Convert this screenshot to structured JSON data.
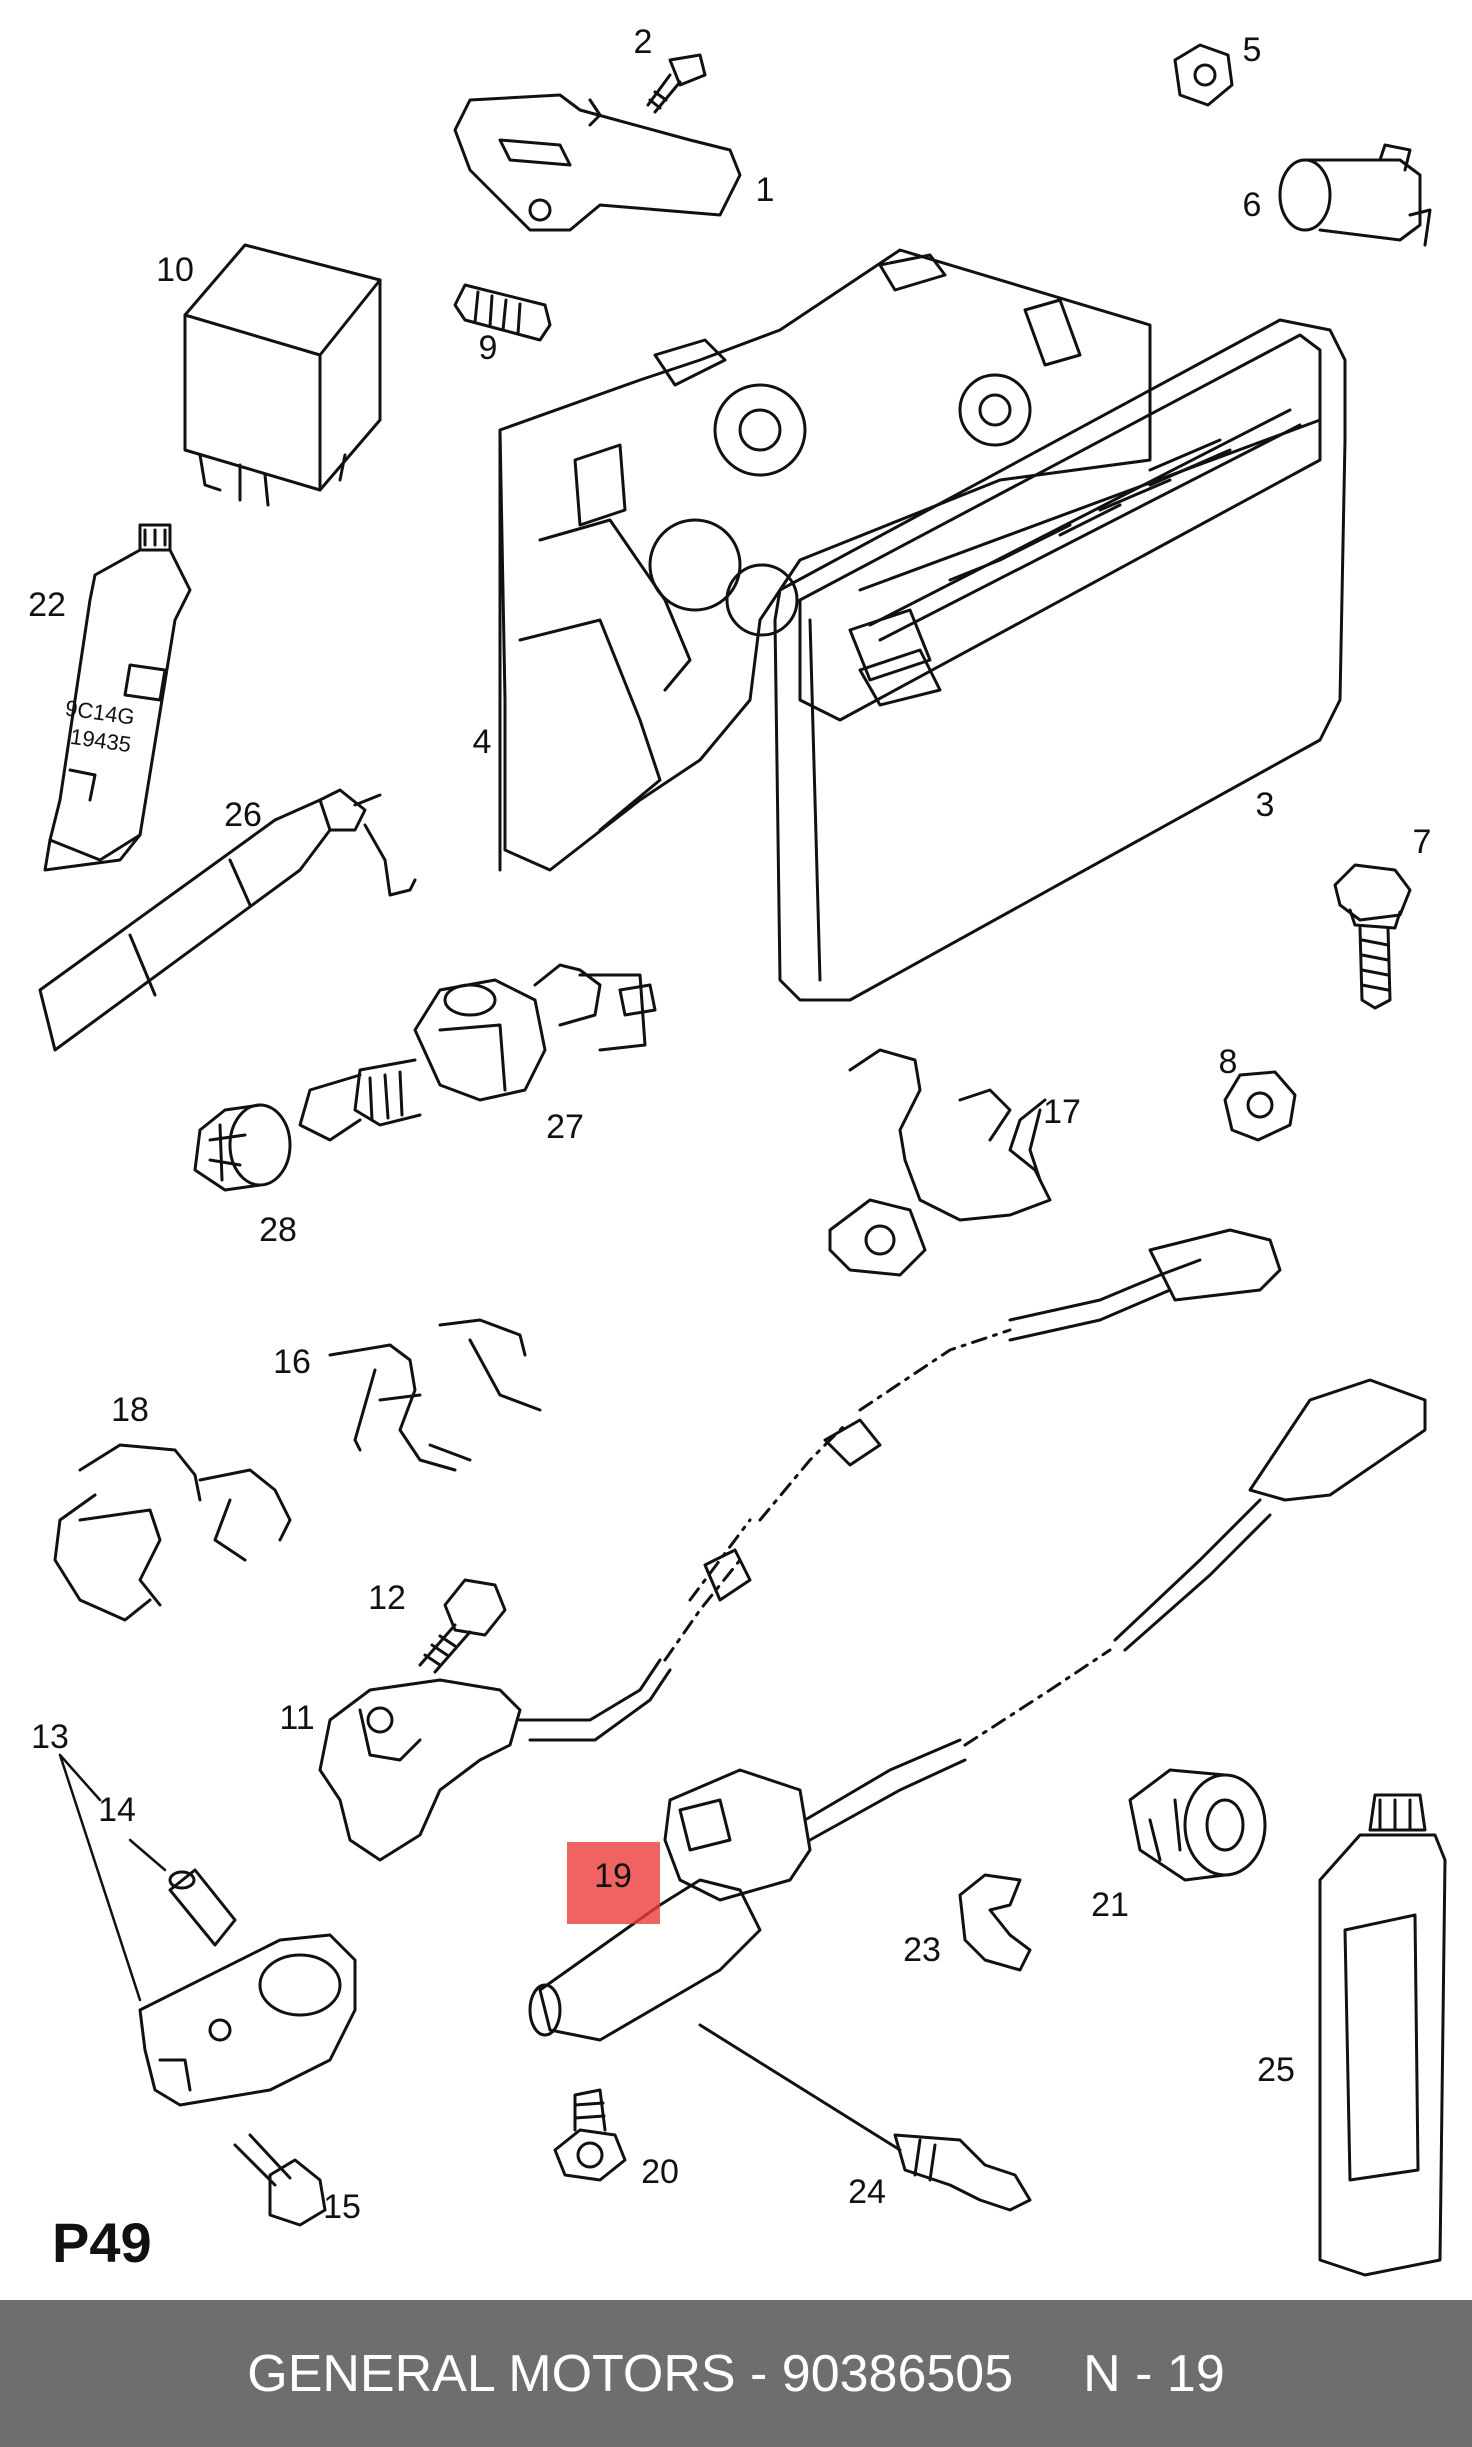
{
  "page_code": "P49",
  "callouts": [
    {
      "id": "c1",
      "label": "1"
    },
    {
      "id": "c2",
      "label": "2"
    },
    {
      "id": "c3",
      "label": "3"
    },
    {
      "id": "c4",
      "label": "4"
    },
    {
      "id": "c5",
      "label": "5"
    },
    {
      "id": "c6",
      "label": "6"
    },
    {
      "id": "c7",
      "label": "7"
    },
    {
      "id": "c8",
      "label": "8"
    },
    {
      "id": "c9",
      "label": "9"
    },
    {
      "id": "c10",
      "label": "10"
    },
    {
      "id": "c11",
      "label": "11"
    },
    {
      "id": "c12",
      "label": "12"
    },
    {
      "id": "c13",
      "label": "13"
    },
    {
      "id": "c14",
      "label": "14"
    },
    {
      "id": "c15",
      "label": "15"
    },
    {
      "id": "c16",
      "label": "16"
    },
    {
      "id": "c17",
      "label": "17"
    },
    {
      "id": "c18",
      "label": "18"
    },
    {
      "id": "c19",
      "label": "19"
    },
    {
      "id": "c20",
      "label": "20"
    },
    {
      "id": "c21",
      "label": "21"
    },
    {
      "id": "c22",
      "label": "22"
    },
    {
      "id": "c23",
      "label": "23"
    },
    {
      "id": "c24",
      "label": "24"
    },
    {
      "id": "c25",
      "label": "25"
    },
    {
      "id": "c26",
      "label": "26"
    },
    {
      "id": "c27",
      "label": "27"
    },
    {
      "id": "c28",
      "label": "28"
    }
  ],
  "highlighted_part": "19",
  "highlight_color": "#eb3c3c",
  "tube_labels": {
    "line1": "9C14G",
    "line2": "19435"
  },
  "footer": {
    "brand_part": "GENERAL MOTORS - 90386505",
    "ref": "N - 19"
  }
}
